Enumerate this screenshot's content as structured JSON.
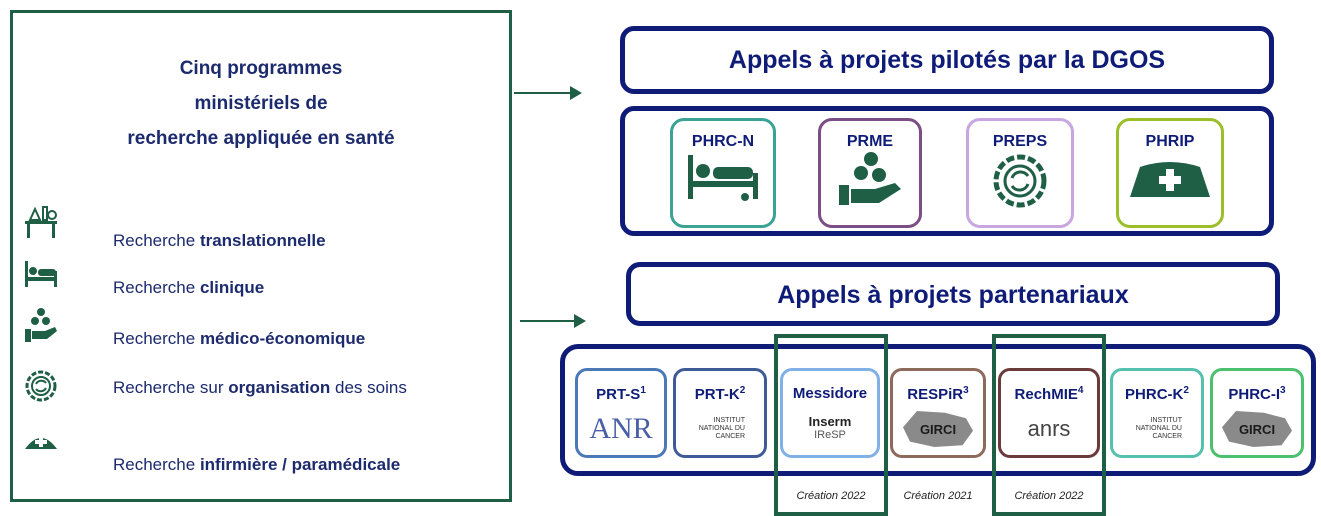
{
  "left_panel": {
    "title_lines": [
      "Cinq programmes",
      "ministériels de",
      "recherche appliquée en santé"
    ],
    "legend": [
      {
        "icon": "lab-bench-icon",
        "prefix": "Recherche ",
        "bold": "translationnelle",
        "suffix": ""
      },
      {
        "icon": "hospital-bed-icon",
        "prefix": "Recherche ",
        "bold": "clinique",
        "suffix": ""
      },
      {
        "icon": "hand-coins-icon",
        "prefix": "Recherche ",
        "bold": "médico-économique",
        "suffix": ""
      },
      {
        "icon": "gear-cycle-icon",
        "prefix": "Recherche sur ",
        "bold": "organisation",
        "suffix": " des soins"
      },
      {
        "icon": "nurse-cap-icon",
        "prefix": "Recherche ",
        "bold": "infirmière / paramédicale",
        "suffix": ""
      }
    ]
  },
  "dgos": {
    "header": "Appels à projets pilotés par la DGOS",
    "programs": [
      {
        "label": "PHRC-N",
        "icon": "hospital-bed-icon",
        "color": "#3aa394"
      },
      {
        "label": "PRME",
        "icon": "hand-coins-icon",
        "color": "#7b4f86"
      },
      {
        "label": "PREPS",
        "icon": "gear-cycle-icon",
        "color": "#c9a6e0"
      },
      {
        "label": "PHRIP",
        "icon": "nurse-cap-icon",
        "color": "#9bbf2a"
      }
    ]
  },
  "partner": {
    "header": "Appels à projets partenariaux",
    "cards": [
      {
        "label": "PRT-S",
        "sup": "1",
        "logo_text": "ANR",
        "color": "#4a79b8"
      },
      {
        "label": "PRT-K",
        "sup": "2",
        "logo_text": "INSTITUT NATIONAL DU CANCER",
        "color": "#3e5a97"
      },
      {
        "label": "Messidore",
        "sup": "",
        "logo_text": "Inserm",
        "logo_text2": "IReSP",
        "color": "#7fb0e6"
      },
      {
        "label": "RESPiR",
        "sup": "3",
        "logo_text": "GIRCI",
        "color": "#8c6b5d"
      },
      {
        "label": "RechMIE",
        "sup": "4",
        "logo_text": "anrs",
        "color": "#6b3b3b"
      },
      {
        "label": "PHRC-K",
        "sup": "2",
        "logo_text": "INSTITUT NATIONAL DU CANCER",
        "color": "#55c0ad"
      },
      {
        "label": "PHRC-I",
        "sup": "3",
        "logo_text": "GIRCI",
        "color": "#4bc06e"
      }
    ],
    "creations": [
      "Création 2022",
      "Création 2021",
      "Création 2022"
    ]
  },
  "colors": {
    "navy": "#0e1c78",
    "green": "#1f5f45"
  }
}
